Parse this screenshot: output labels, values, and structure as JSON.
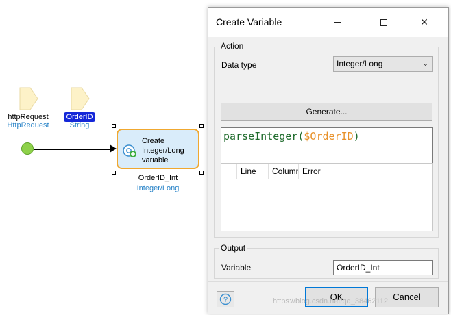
{
  "canvas": {
    "params": [
      {
        "name": "httpRequest",
        "type": "HttpRequest",
        "selected": false
      },
      {
        "name": "OrderID",
        "type": "String",
        "selected": true
      }
    ],
    "activity": {
      "label_line1": "Create",
      "label_line2": "Integer/Long",
      "label_line3": "variable",
      "icon": "create-variable-icon",
      "output_name": "OrderID_Int",
      "output_type": "Integer/Long"
    }
  },
  "dialog": {
    "title": "Create Variable",
    "action_group_label": "Action",
    "data_type_label": "Data type",
    "data_type_value": "Integer/Long",
    "generate_label": "Generate...",
    "expression_fn": "parseInteger(",
    "expression_var": "$OrderID",
    "expression_close": ")",
    "error_columns": [
      "",
      "Line",
      "Column",
      "Error"
    ],
    "output_group_label": "Output",
    "variable_label": "Variable",
    "variable_value": "OrderID_Int",
    "ok_label": "OK",
    "cancel_label": "Cancel",
    "close_glyph": "✕"
  },
  "watermark": "https://blog.csdn.net/qq_38462112",
  "colors": {
    "accent": "#0078d7",
    "type_text": "#2a84c8",
    "selected_param": "#1427d8",
    "activity_border": "#f0a830",
    "activity_fill": "#d9ecfa",
    "start_event": "#8ed14a",
    "expr_function": "#1f6b2c",
    "expr_variable": "#e8922b"
  }
}
